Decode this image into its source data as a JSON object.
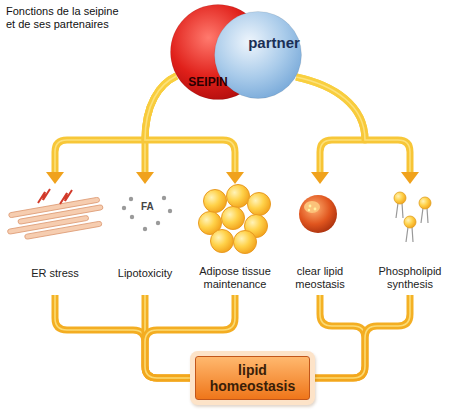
{
  "diagram": {
    "title": "Fonctions de la seipine et de ses partenaires",
    "nodes": [
      {
        "text": [
          "SEIPIN"
        ]
      },
      {
        "text": [
          "partner"
        ]
      },
      {
        "text": [
          "ER stress"
        ]
      },
      {
        "text": [
          "Lipotoxicity"
        ]
      },
      {
        "text": [
          "Adipose tissue maintenance"
        ]
      },
      {
        "text": [
          "clear lipid meostasis"
        ]
      },
      {
        "text": [
          "Phospholipid synthesis"
        ]
      },
      {
        "text": [
          "lipid homeostasis"
        ]
      }
    ],
    "edges": [
      {
        "from": 0,
        "to": 2,
        "arrow": "to"
      },
      {
        "from": 0,
        "to": 3,
        "arrow": "to"
      },
      {
        "from": 0,
        "to": 4,
        "arrow": "to"
      },
      {
        "from": 1,
        "to": 5,
        "arrow": "to"
      },
      {
        "from": 1,
        "to": 6,
        "arrow": "to"
      },
      {
        "from": 2,
        "to": 7,
        "arrow": "none"
      },
      {
        "from": 3,
        "to": 7,
        "arrow": "none"
      },
      {
        "from": 4,
        "to": 7,
        "arrow": "none"
      },
      {
        "from": 5,
        "to": 7,
        "arrow": "none"
      },
      {
        "from": 6,
        "to": 7,
        "arrow": "none"
      }
    ],
    "labels": [
      "FA"
    ]
  }
}
